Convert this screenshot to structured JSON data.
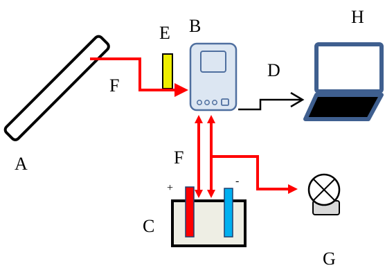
{
  "labels": {
    "A": "A",
    "B": "B",
    "C": "C",
    "D": "D",
    "E": "E",
    "F_top": "F",
    "F_bottom": "F",
    "G": "G",
    "H": "H"
  },
  "battery_signs": {
    "positive": "+",
    "negative": "-"
  },
  "colors": {
    "wire_red": "#ff0000",
    "wire_black": "#000000",
    "controller_fill": "#dce6f2",
    "controller_border": "#4f6f9f",
    "laptop_frame": "#3f5f8f",
    "laptop_screen": "#ffffff",
    "laptop_keyboard": "#000000",
    "sensor_e": "#eeee00",
    "battery_tank": "#eeeee4",
    "electrode_positive": "#ff0000",
    "electrode_negative": "#00b0f0",
    "lamp_base": "#d9d9d9"
  }
}
